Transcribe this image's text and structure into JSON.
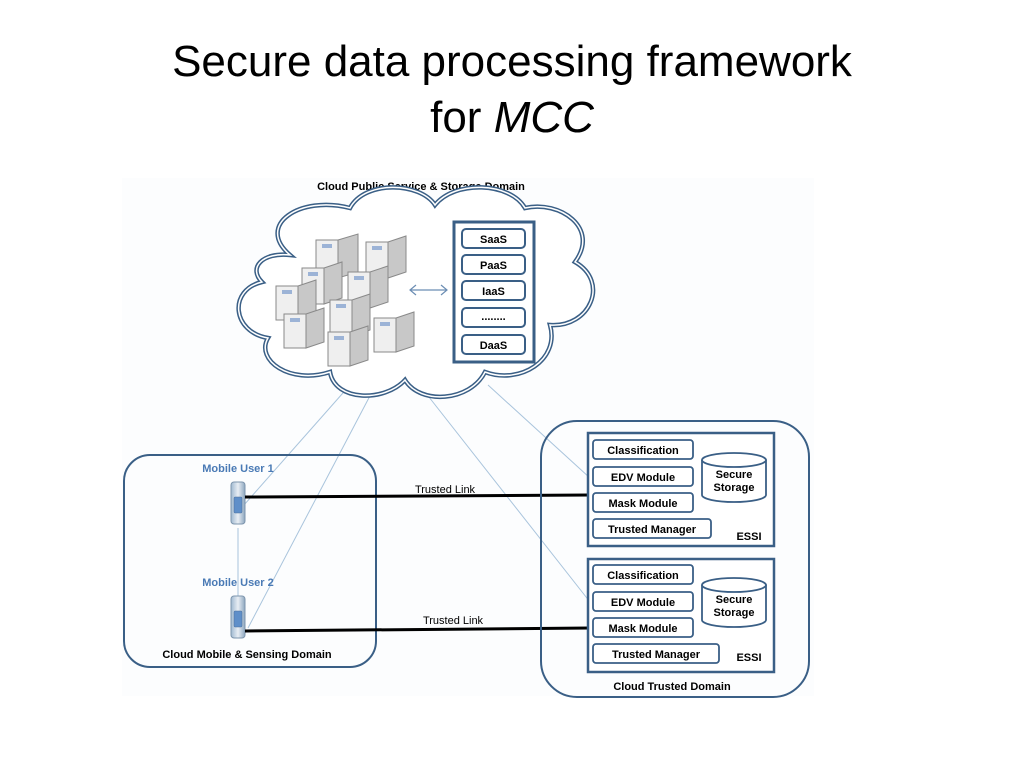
{
  "title": {
    "line1": "Secure data processing framework",
    "line2_prefix": "for ",
    "line2_emphasis": "MCC"
  },
  "diagram": {
    "cloud_domain_label": "Cloud Public Service & Storage Domain",
    "services": [
      "SaaS",
      "PaaS",
      "IaaS",
      "........",
      "DaaS"
    ],
    "mobile_domain_label": "Cloud Mobile & Sensing Domain",
    "mobile_user_1": "Mobile User 1",
    "mobile_user_2": "Mobile User 2",
    "trusted_link_1": "Trusted Link",
    "trusted_link_2": "Trusted Link",
    "trusted_domain_label": "Cloud Trusted Domain",
    "essi": [
      {
        "modules": [
          "Classification",
          "EDV Module",
          "Mask Module",
          "Trusted Manager"
        ],
        "storage_line1": "Secure",
        "storage_line2": "Storage",
        "tag": "ESSI"
      },
      {
        "modules": [
          "Classification",
          "EDV Module",
          "Mask Module",
          "Trusted Manager"
        ],
        "storage_line1": "Secure",
        "storage_line2": "Storage",
        "tag": "ESSI"
      }
    ]
  },
  "colors": {
    "outline": "#3a5f86",
    "thin_link": "#a9c4dc",
    "server_face": "#d9d9d9",
    "server_front": "#efefef",
    "essi_fill": "#ffffff"
  }
}
